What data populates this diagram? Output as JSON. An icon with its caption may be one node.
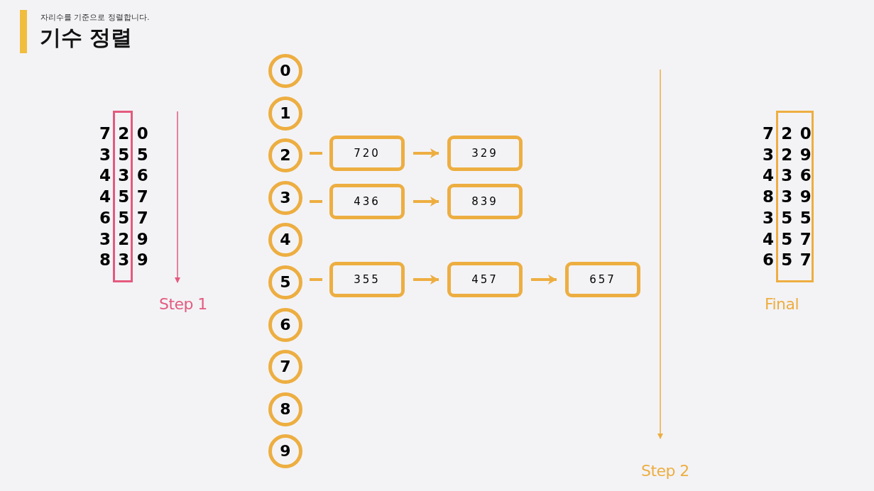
{
  "diagram": {
    "title": "기수 정렬",
    "nodes": [
      {
        "text": [
          "0"
        ]
      },
      {
        "text": [
          "1"
        ]
      },
      {
        "text": [
          "2"
        ]
      },
      {
        "text": [
          "3"
        ]
      },
      {
        "text": [
          "4"
        ]
      },
      {
        "text": [
          "5"
        ]
      },
      {
        "text": [
          "6"
        ]
      },
      {
        "text": [
          "7"
        ]
      },
      {
        "text": [
          "8"
        ]
      },
      {
        "text": [
          "9"
        ]
      },
      {
        "text": [
          "720"
        ]
      },
      {
        "text": [
          "329"
        ]
      },
      {
        "text": [
          "436"
        ]
      },
      {
        "text": [
          "839"
        ]
      },
      {
        "text": [
          "355"
        ]
      },
      {
        "text": [
          "457"
        ]
      },
      {
        "text": [
          "657"
        ]
      }
    ],
    "edges": [
      {
        "from": 2,
        "to": 10,
        "arrow": "none"
      },
      {
        "from": 10,
        "to": 11,
        "arrow": "to"
      },
      {
        "from": 3,
        "to": 12,
        "arrow": "none"
      },
      {
        "from": 12,
        "to": 13,
        "arrow": "to"
      },
      {
        "from": 5,
        "to": 14,
        "arrow": "none"
      },
      {
        "from": 14,
        "to": 15,
        "arrow": "to"
      },
      {
        "from": 15,
        "to": 16,
        "arrow": "to"
      }
    ],
    "labels": [
      "자리수를 기준으로 정렬합니다.",
      "720",
      "355",
      "436",
      "457",
      "657",
      "329",
      "839",
      "Step 1",
      "720",
      "329",
      "436",
      "839",
      "355",
      "457",
      "657",
      "Final",
      "Step 2"
    ]
  }
}
